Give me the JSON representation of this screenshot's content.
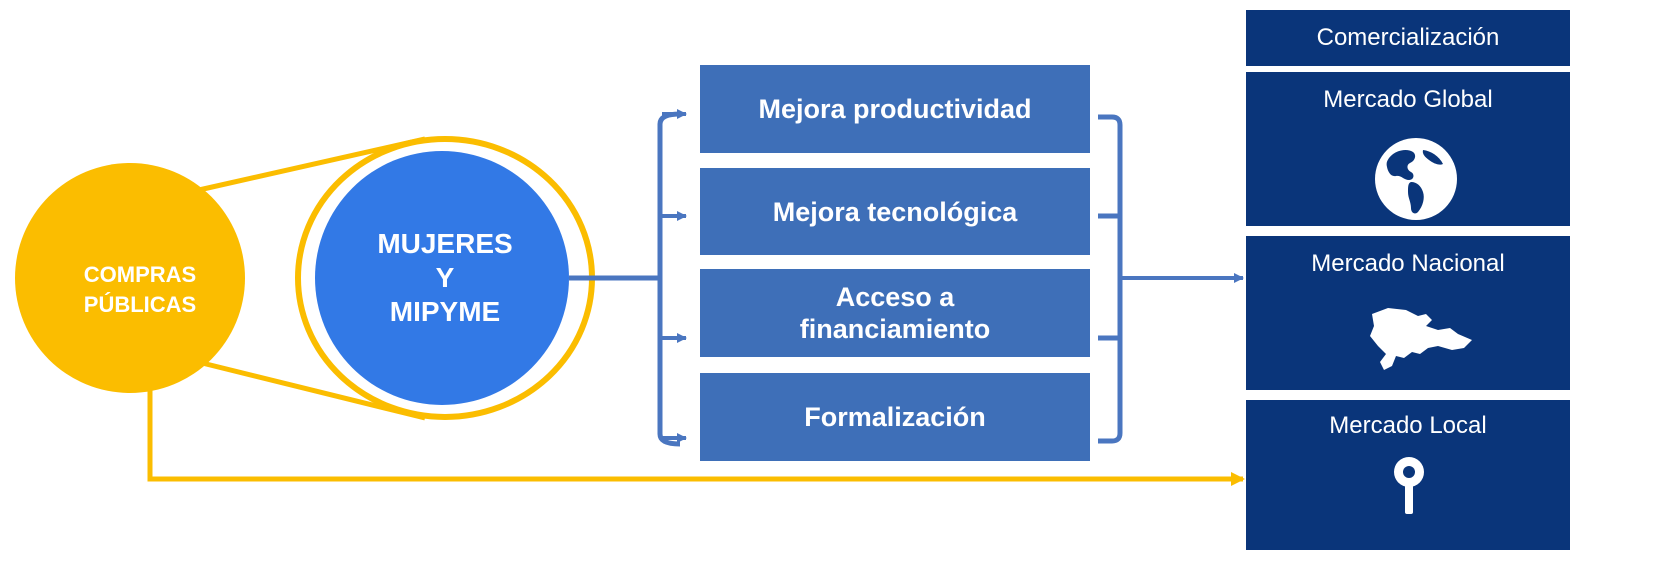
{
  "left_circle": {
    "line1": "COMPRAS",
    "line2": "PÚBLICAS"
  },
  "middle_circle": {
    "line1": "MUJERES",
    "line2": "Y",
    "line3": "MIPYME"
  },
  "benefits": [
    {
      "line1": "Mejora productividad",
      "line2": ""
    },
    {
      "line1": "Mejora tecnológica",
      "line2": ""
    },
    {
      "line1": "Acceso a",
      "line2": "financiamiento"
    },
    {
      "line1": "Formalización",
      "line2": ""
    }
  ],
  "markets": {
    "header": "Comercialización",
    "items": [
      {
        "label": "Mercado Global",
        "icon": "globe-icon"
      },
      {
        "label": "Mercado Nacional",
        "icon": "country-map-icon"
      },
      {
        "label": "Mercado Local",
        "icon": "map-pin-icon"
      }
    ]
  },
  "colors": {
    "yellow": "#fbbd00",
    "blue_circle": "#3279e6",
    "benefit_box": "#3e6fb8",
    "connector": "#4a76c0",
    "market_panel": "#0a357a"
  }
}
